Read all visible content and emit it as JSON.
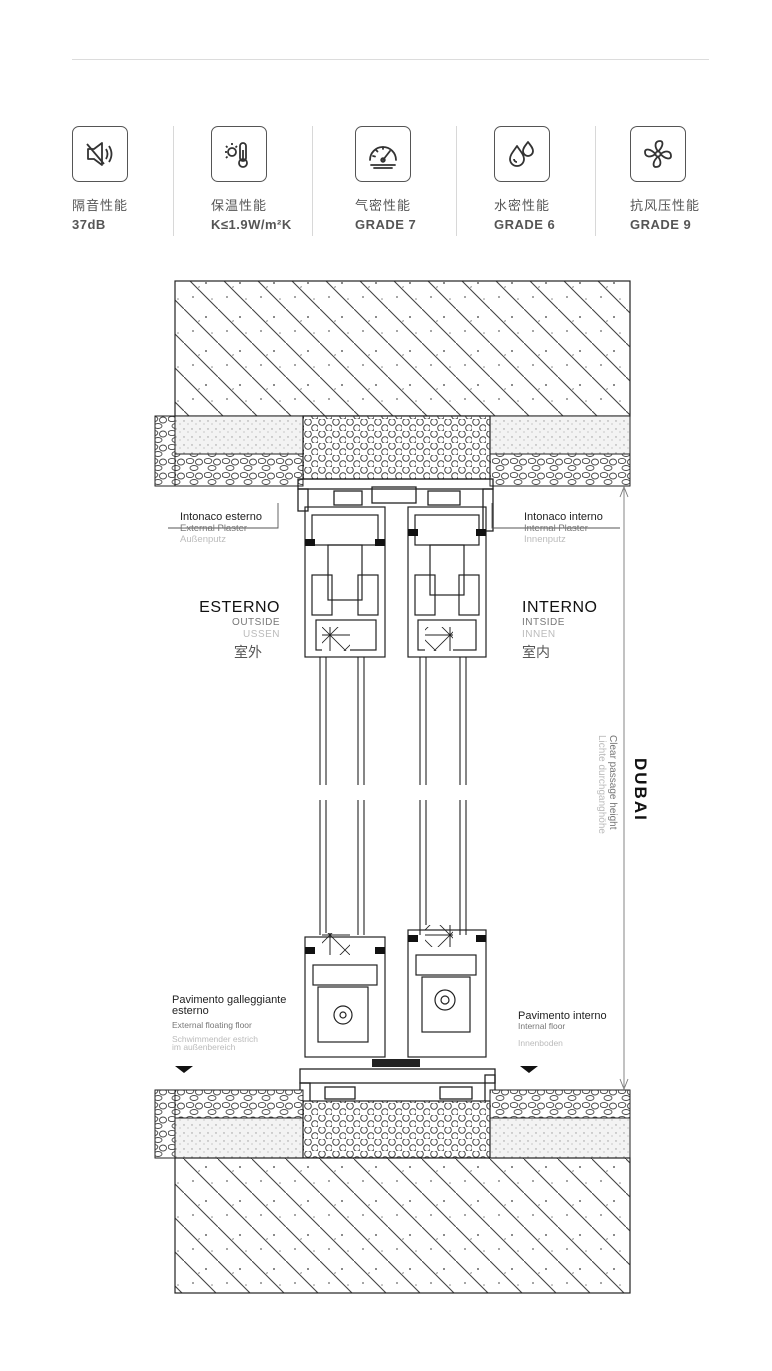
{
  "specs": [
    {
      "icon": "speaker-mute-icon",
      "name": "隔音性能",
      "value": "37dB"
    },
    {
      "icon": "sun-thermometer-icon",
      "name": "保温性能",
      "value": "K≤1.9W/m²K"
    },
    {
      "icon": "gauge-icon",
      "name": "气密性能",
      "value": "GRADE 7"
    },
    {
      "icon": "water-drops-icon",
      "name": "水密性能",
      "value": "GRADE 6"
    },
    {
      "icon": "fan-icon",
      "name": "抗风压性能",
      "value": "GRADE 9"
    }
  ],
  "diagram": {
    "plaster_ext": {
      "it": "Intonaco esterno",
      "en": "External Plaster",
      "de": "Außenputz"
    },
    "plaster_int": {
      "it": "Intonaco interno",
      "en": "Internal Plaster",
      "de": "Innenputz"
    },
    "outside": {
      "it": "ESTERNO",
      "en": "OUTSIDE",
      "de": "USSEN",
      "zh": "室外"
    },
    "inside": {
      "it": "INTERNO",
      "en": "INTSIDE",
      "de": "INNEN",
      "zh": "室内"
    },
    "floor_ext": {
      "it1": "Pavimento galleggiante",
      "it2": "esterno",
      "en": "External floating floor",
      "de1": "Schwimmender estrich",
      "de2": "im außenbereich"
    },
    "floor_int": {
      "it": "Pavimento interno",
      "en": "Internal floor",
      "de": "Innenboden"
    },
    "brand": "DUBAI",
    "passage": {
      "en": "Clear passage height",
      "de": "Lichte durchganghöhe"
    }
  },
  "colors": {
    "line": "#222222",
    "muted": "#777777",
    "faint": "#bbbbbb",
    "divider": "#d8d8d8"
  }
}
